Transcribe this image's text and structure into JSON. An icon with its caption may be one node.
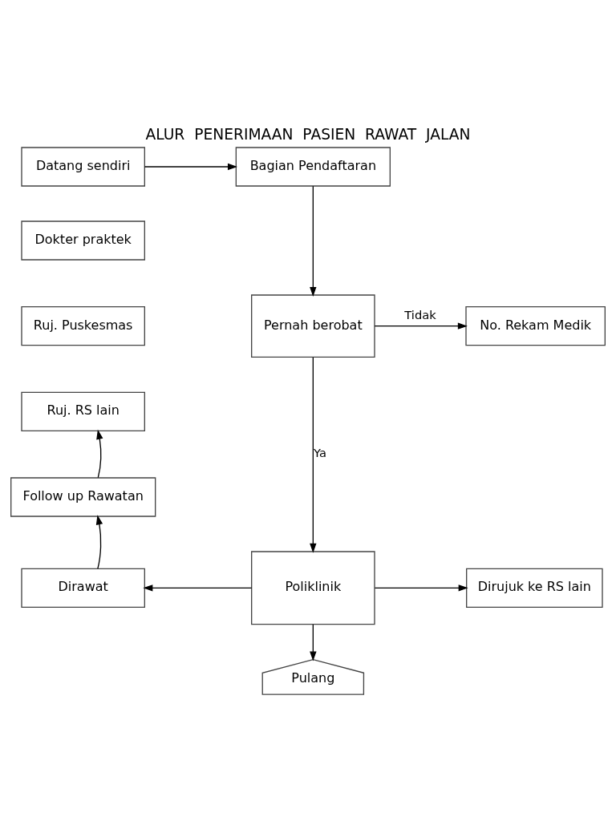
{
  "diagram": {
    "title": "ALUR  PENERIMAAN  PASIEN  RAWAT  JALAN",
    "nodes": [
      {
        "text": [
          "Datang sendiri"
        ]
      },
      {
        "text": [
          "Dokter praktek"
        ]
      },
      {
        "text": [
          "Ruj. Puskesmas"
        ]
      },
      {
        "text": [
          "Ruj. RS lain"
        ]
      },
      {
        "text": [
          "Bagian Pendaftaran"
        ]
      },
      {
        "text": [
          "Pernah berobat"
        ]
      },
      {
        "text": [
          "No. Rekam Medik"
        ]
      },
      {
        "text": [
          "Poliklinik"
        ]
      },
      {
        "text": [
          "Dirujuk ke RS lain"
        ]
      },
      {
        "text": [
          "Dirawat"
        ]
      },
      {
        "text": [
          "Follow up Rawatan"
        ]
      },
      {
        "text": [
          "Pulang"
        ]
      }
    ],
    "edges": [
      {
        "from": 0,
        "to": 4,
        "arrow": "to"
      },
      {
        "from": 4,
        "to": 5,
        "arrow": "to"
      },
      {
        "from": 5,
        "to": 6,
        "arrow": "to",
        "label": "Tidak"
      },
      {
        "from": 5,
        "to": 7,
        "arrow": "to",
        "label": "Ya"
      },
      {
        "from": 7,
        "to": 9,
        "arrow": "to"
      },
      {
        "from": 7,
        "to": 8,
        "arrow": "to"
      },
      {
        "from": 7,
        "to": 11,
        "arrow": "to"
      },
      {
        "from": 9,
        "to": 10,
        "arrow": "to"
      },
      {
        "from": 10,
        "to": 3,
        "arrow": "to"
      }
    ]
  }
}
